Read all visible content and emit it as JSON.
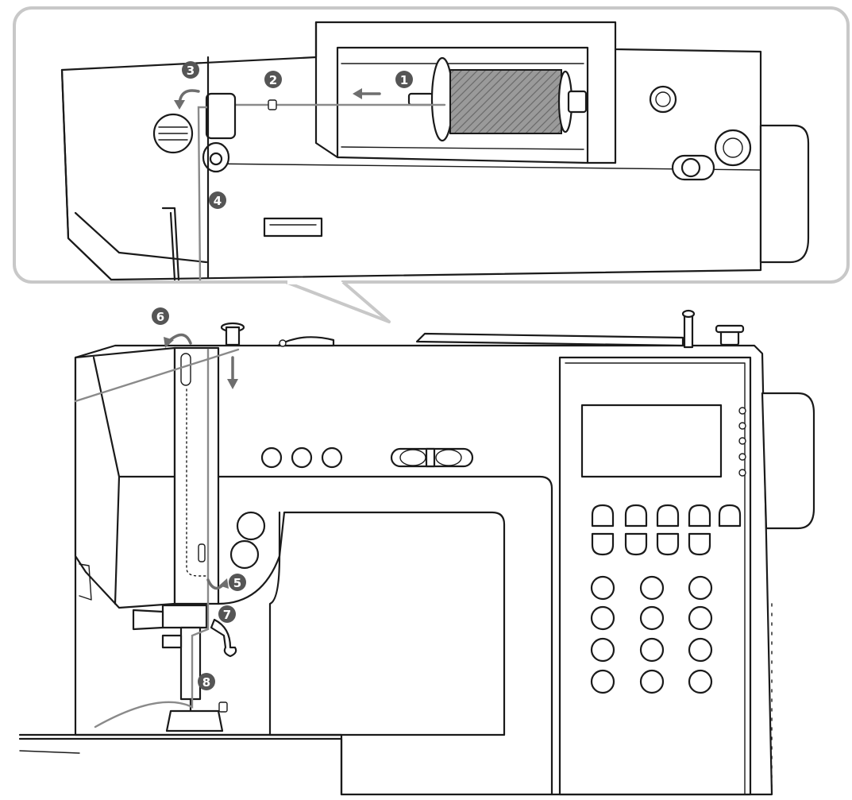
{
  "steps": [
    {
      "label": "1"
    },
    {
      "label": "2"
    },
    {
      "label": "3"
    },
    {
      "label": "4"
    },
    {
      "label": "5"
    },
    {
      "label": "6"
    },
    {
      "label": "7"
    },
    {
      "label": "8"
    }
  ],
  "colors": {
    "outline": "#1a1a1a",
    "thread": "#8a8a8a",
    "step_badge": "#555555",
    "arrow": "#6e6e6e",
    "detail_frame": "#c8c8c8"
  }
}
